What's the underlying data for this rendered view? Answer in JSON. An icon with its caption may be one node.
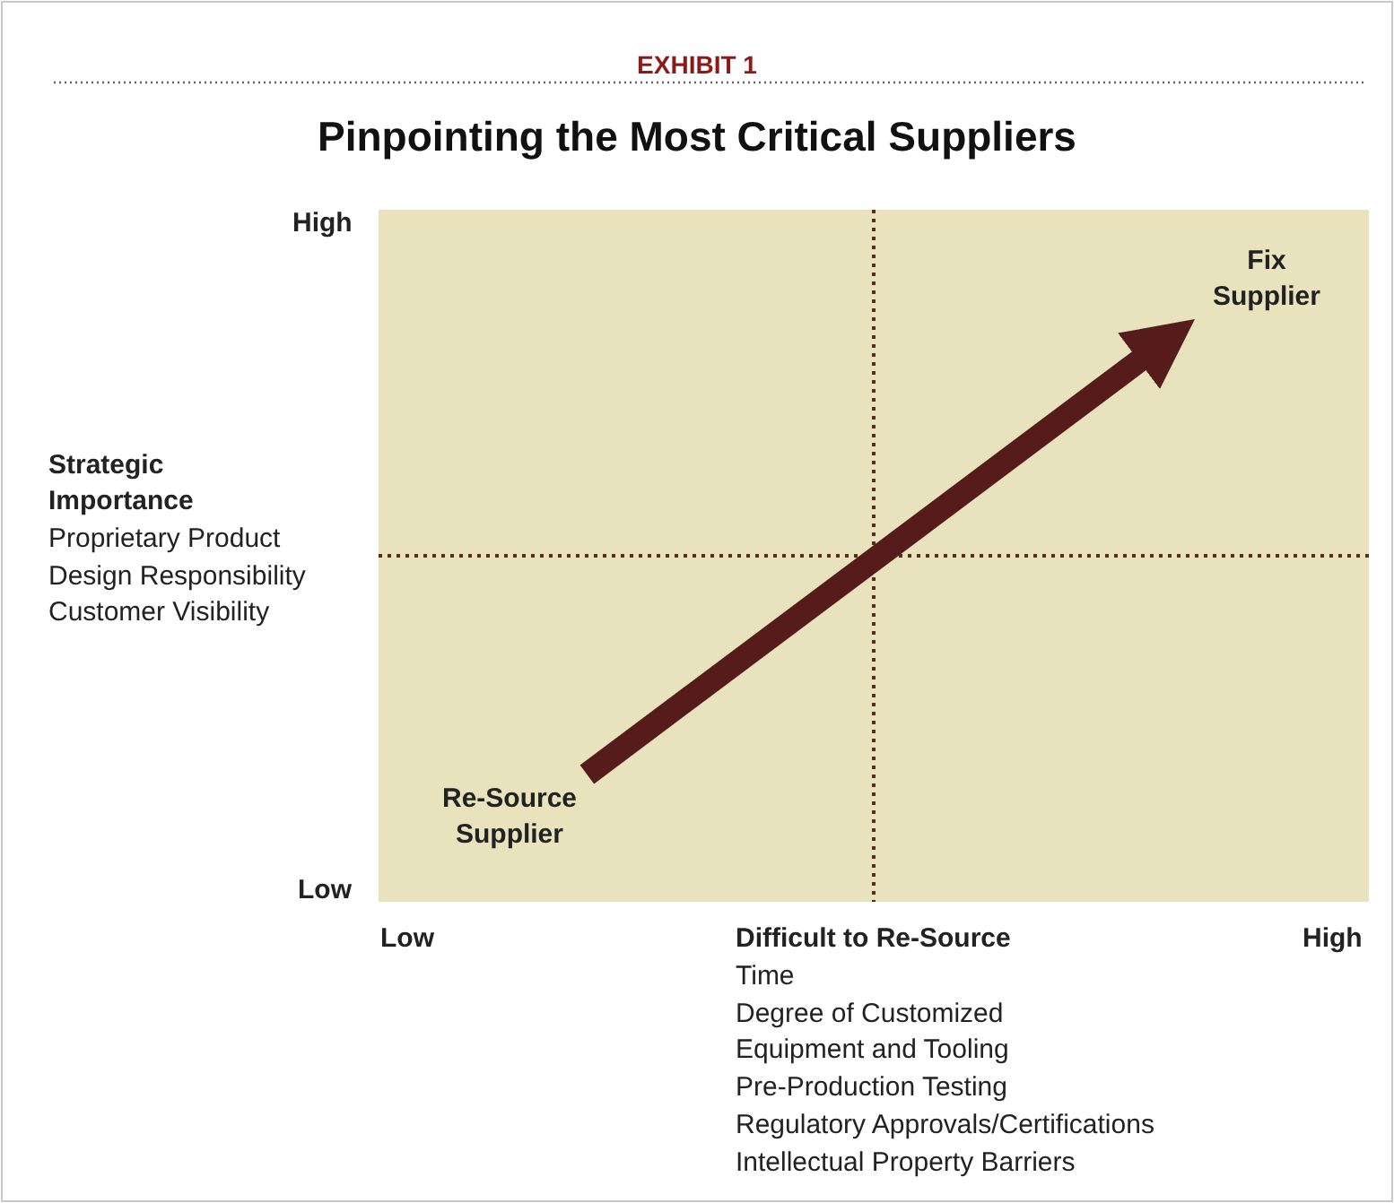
{
  "diagram": {
    "title": "Pinpointing the Most Critical Suppliers",
    "nodes": [
      {
        "text": [
          "Re-Source Supplier"
        ]
      },
      {
        "text": [
          "Fix Supplier"
        ]
      }
    ],
    "edges": [
      {
        "from": 0,
        "to": 1,
        "arrow": "to",
        "color": "#561c1c"
      }
    ],
    "labels": [
      "EXHIBIT 1",
      "High",
      "Strategic Importance",
      "Proprietary Product",
      "Design Responsibility",
      "Customer Visibility",
      "Low",
      "Low",
      "Difficult to Re-Source",
      "High",
      "Time",
      "Degree of Customized Equipment and Tooling",
      "Pre-Production Testing",
      "Regulatory Approvals/Certifications",
      "Intellectual Property Barriers"
    ]
  }
}
